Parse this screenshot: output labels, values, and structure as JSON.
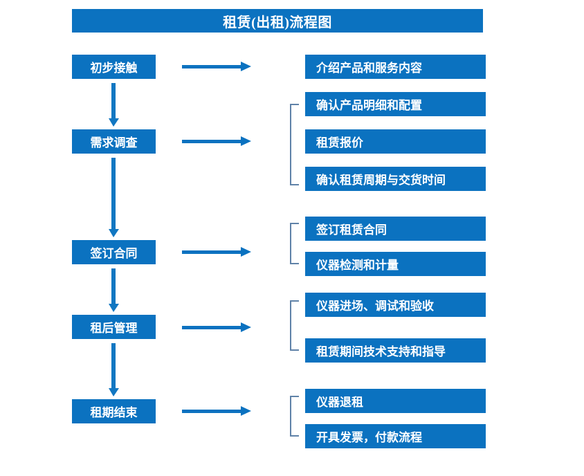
{
  "title": "租赁(出租)流程图",
  "colors": {
    "box_blue": "#0b72c0",
    "arrow_blue": "#1177c2",
    "bracket_slate": "#5f82a8",
    "text_white": "#ffffff",
    "background": "#ffffff"
  },
  "stages": [
    {
      "label": "初步接触"
    },
    {
      "label": "需求调查"
    },
    {
      "label": "签订合同"
    },
    {
      "label": "租后管理"
    },
    {
      "label": "租期结束"
    }
  ],
  "details": [
    {
      "label": "介绍产品和服务内容"
    },
    {
      "label": "确认产品明细和配置"
    },
    {
      "label": "租赁报价"
    },
    {
      "label": "确认租赁周期与交货时间"
    },
    {
      "label": "签订租赁合同"
    },
    {
      "label": "仪器检测和计量"
    },
    {
      "label": "仪器进场、调试和验收"
    },
    {
      "label": "租赁期间技术支持和指导"
    },
    {
      "label": "仪器退租"
    },
    {
      "label": "开具发票，付款流程"
    }
  ],
  "flow": {
    "stage_to_detail_arrows": 5,
    "stage_to_stage_arrows": 4,
    "bracket_groups": [
      {
        "details": [
          "确认产品明细和配置",
          "租赁报价",
          "确认租赁周期与交货时间"
        ]
      },
      {
        "details": [
          "签订租赁合同",
          "仪器检测和计量"
        ]
      },
      {
        "details": [
          "仪器进场、调试和验收",
          "租赁期间技术支持和指导"
        ]
      },
      {
        "details": [
          "仪器退租",
          "开具发票，付款流程"
        ]
      }
    ]
  }
}
